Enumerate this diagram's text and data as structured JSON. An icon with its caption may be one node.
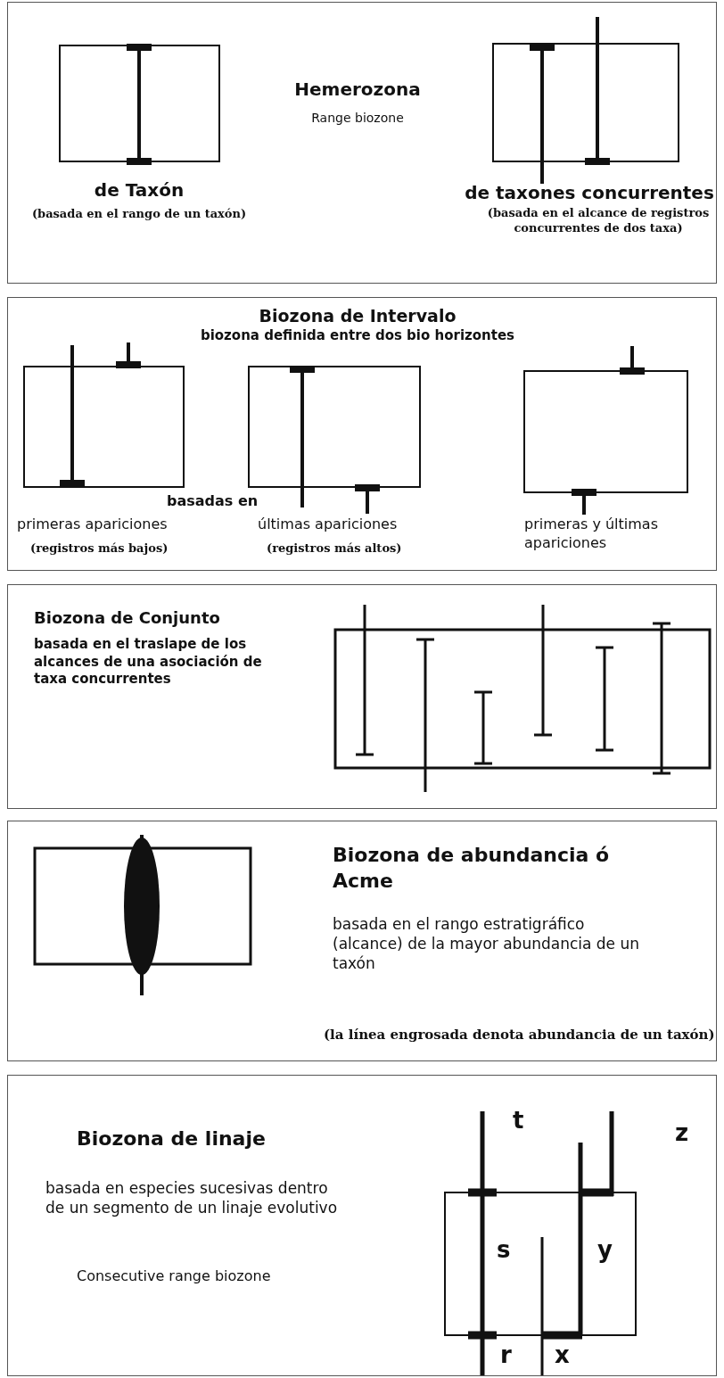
{
  "diagram": {
    "nodes": [
      {
        "text": [
          "Hemerozona",
          "Range biozone",
          "de Taxón",
          "(basada en el rango de un taxón)",
          "de taxones concurrentes",
          "(basada en el alcance de registros concurrentes de dos taxa)"
        ]
      },
      {
        "text": [
          "Biozona de Intervalo",
          "biozona definida entre dos bio horizontes",
          "basadas en",
          "primeras apariciones",
          "(registros más bajos)",
          "últimas apariciones",
          "(registros más altos)",
          "primeras y últimas apariciones"
        ]
      },
      {
        "text": [
          "Biozona de Conjunto",
          "basada en el traslape de los alcances de una asociación de taxa concurrentes"
        ]
      },
      {
        "text": [
          "Biozona de abundancia ó Acme",
          "basada en el rango estratigráfico (alcance) de la mayor abundancia de un taxón",
          "(la línea engrosada denota abundancia de un taxón)"
        ]
      },
      {
        "text": [
          "Biozona de linaje",
          "basada en especies sucesivas dentro de un segmento de un linaje evolutivo",
          "Consecutive range biozone"
        ]
      }
    ],
    "labels": [
      "t",
      "z",
      "s",
      "y",
      "r",
      "x"
    ]
  }
}
